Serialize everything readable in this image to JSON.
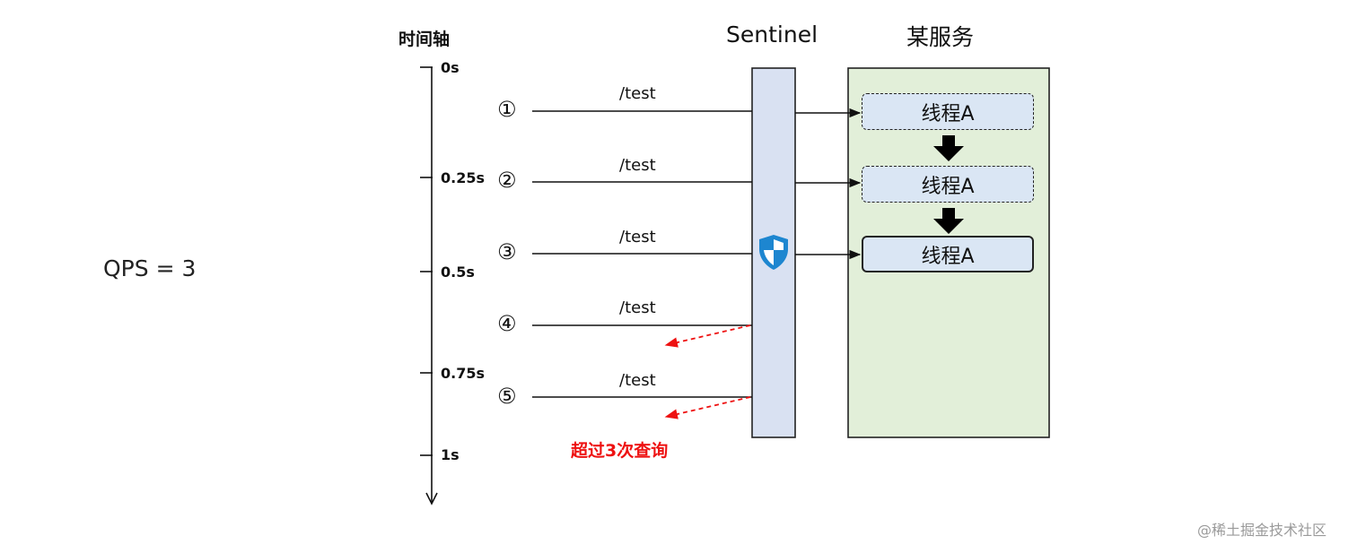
{
  "qps_label": "QPS = 3",
  "timeline": {
    "title": "时间轴",
    "ticks": [
      "0s",
      "0.25s",
      "0.5s",
      "0.75s",
      "1s"
    ]
  },
  "sentinel": {
    "title": "Sentinel",
    "icon": "shield-icon",
    "fill": "#d9e1f2"
  },
  "service": {
    "title": "某服务",
    "fill": "#e2efd9",
    "threads": [
      "线程A",
      "线程A",
      "线程A"
    ]
  },
  "requests": [
    {
      "marker": "①",
      "path": "/test",
      "allowed": true
    },
    {
      "marker": "②",
      "path": "/test",
      "allowed": true
    },
    {
      "marker": "③",
      "path": "/test",
      "allowed": true
    },
    {
      "marker": "④",
      "path": "/test",
      "allowed": false
    },
    {
      "marker": "⑤",
      "path": "/test",
      "allowed": false
    }
  ],
  "rejected_note": "超过3次查询",
  "rejected_color": "#ee1111",
  "watermark": "@稀土掘金技术社区"
}
